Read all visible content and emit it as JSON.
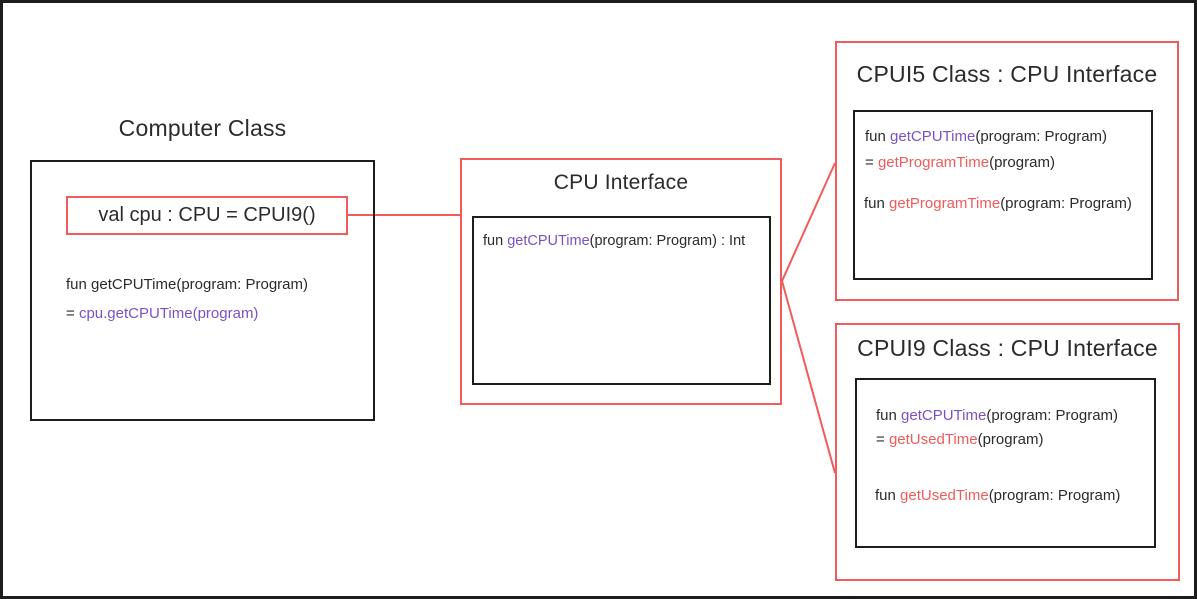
{
  "colors": {
    "default": "#2b2b2b",
    "purple": "#7c50c6",
    "red": "#f15b5b",
    "border": "#1d1d1d"
  },
  "computer_class": {
    "title": "Computer Class",
    "field_declaration": "val cpu : CPU = CPUI9()",
    "code_lines": [
      {
        "segments": [
          {
            "text": "fun getCPUTime(program: Program)",
            "color": "default"
          }
        ]
      },
      {
        "segments": [
          {
            "text": "= ",
            "color": "default"
          },
          {
            "text": "cpu.getCPUTime(program)",
            "color": "purple"
          }
        ]
      }
    ]
  },
  "cpu_interface": {
    "title": "CPU Interface",
    "code_lines": [
      {
        "segments": [
          {
            "text": "fun ",
            "color": "default"
          },
          {
            "text": "getCPUTime",
            "color": "purple"
          },
          {
            "text": "(program: Program) : Int",
            "color": "default"
          }
        ]
      }
    ]
  },
  "cpui5_class": {
    "title": "CPUI5 Class : CPU Interface",
    "code_lines": [
      {
        "segments": [
          {
            "text": "fun ",
            "color": "default"
          },
          {
            "text": "getCPUTime",
            "color": "purple"
          },
          {
            "text": "(program: Program)",
            "color": "default"
          }
        ]
      },
      {
        "segments": [
          {
            "text": "= ",
            "color": "default"
          },
          {
            "text": "getProgramTime",
            "color": "red"
          },
          {
            "text": "(program)",
            "color": "default"
          }
        ]
      },
      {
        "segments": [
          {
            "text": "fun ",
            "color": "default"
          },
          {
            "text": "getProgramTime",
            "color": "red"
          },
          {
            "text": "(program: Program)",
            "color": "default"
          }
        ]
      }
    ]
  },
  "cpui9_class": {
    "title": "CPUI9 Class : CPU Interface",
    "code_lines": [
      {
        "segments": [
          {
            "text": "fun ",
            "color": "default"
          },
          {
            "text": "getCPUTime",
            "color": "purple"
          },
          {
            "text": "(program: Program)",
            "color": "default"
          }
        ]
      },
      {
        "segments": [
          {
            "text": "= ",
            "color": "default"
          },
          {
            "text": "getUsedTime",
            "color": "red"
          },
          {
            "text": "(program)",
            "color": "default"
          }
        ]
      },
      {
        "segments": [
          {
            "text": "fun ",
            "color": "default"
          },
          {
            "text": "getUsedTime",
            "color": "red"
          },
          {
            "text": "(program: Program)",
            "color": "default"
          }
        ]
      }
    ]
  }
}
